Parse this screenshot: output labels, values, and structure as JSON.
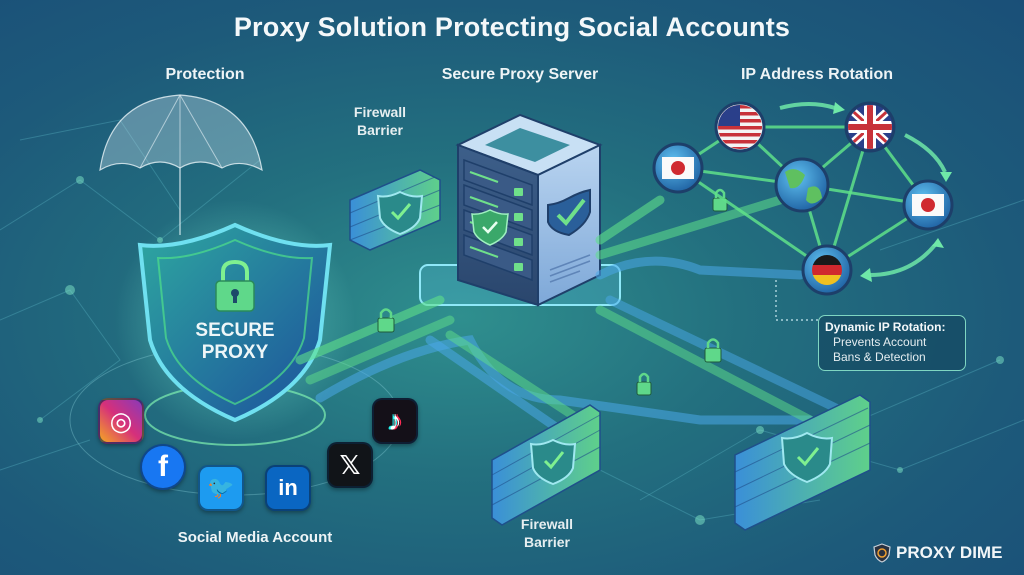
{
  "title": "Proxy Solution Protecting Social Accounts",
  "sections": {
    "protection": "Protection",
    "server": "Secure Proxy Server",
    "rotation": "IP Address Rotation",
    "social": "Social Media Account"
  },
  "shield": {
    "line1": "SECURE",
    "line2": "PROXY"
  },
  "firewalls": [
    {
      "line1": "Firewall",
      "line2": "Barrier"
    },
    {
      "line1": "Firewall",
      "line2": "Barrier"
    }
  ],
  "callout": {
    "heading": "Dynamic IP Rotation:",
    "line1": "Prevents Account",
    "line2": "Bans & Detection"
  },
  "social_icons": [
    {
      "name": "instagram",
      "glyph": "◎",
      "color": "#d6307a"
    },
    {
      "name": "facebook",
      "glyph": "f",
      "color": "#1877f2"
    },
    {
      "name": "twitter",
      "glyph": "🐦",
      "color": "#1d9bf0"
    },
    {
      "name": "linkedin",
      "glyph": "in",
      "color": "#0a66c2"
    },
    {
      "name": "x",
      "glyph": "𝕏",
      "color": "#111418"
    },
    {
      "name": "tiktok",
      "glyph": "♪",
      "color": "#141018"
    }
  ],
  "ip_nodes": [
    {
      "country": "United States",
      "flag": "us"
    },
    {
      "country": "United Kingdom",
      "flag": "uk"
    },
    {
      "country": "Japan",
      "flag": "jp"
    },
    {
      "country": "Global",
      "flag": "globe"
    },
    {
      "country": "Japan",
      "flag": "jp"
    },
    {
      "country": "Germany",
      "flag": "de"
    }
  ],
  "brand": "PROXY DIME",
  "colors": {
    "accent_green": "#4fe08a",
    "accent_blue": "#4aa8e8",
    "shield_blue": "#1f5fa8",
    "background": "#1d5a7a"
  }
}
